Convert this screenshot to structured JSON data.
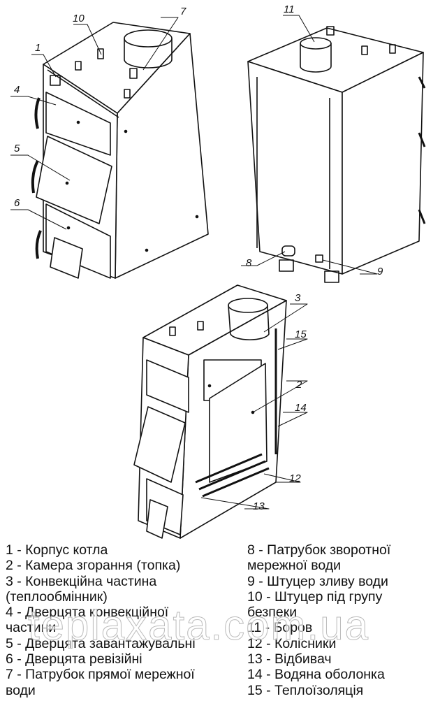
{
  "callouts": [
    "1",
    "2",
    "3",
    "4",
    "5",
    "6",
    "7",
    "8",
    "9",
    "10",
    "11",
    "12",
    "13",
    "14",
    "15"
  ],
  "legend_left": [
    "1 - Корпус котла",
    "2 - Камера згорання (топка)",
    "3 - Конвекційна частина",
    "(теплообмінник)",
    "4 - Дверцята конвекційної",
    "частини",
    "5 - Дверцята завантажувальні",
    "6 - Дверцята ревізійні",
    "7 - Патрубок прямої мережної",
    "води"
  ],
  "legend_right": [
    "8 - Патрубок зворотної",
    "мережної води",
    "9 - Штуцер зливу води",
    "10 - Штуцер під групу",
    "безпеки",
    "11 - Боров",
    "12 - Колісники",
    "13 - Відбивач",
    "14 - Водяна оболонка",
    "15 - Теплоїзоляція"
  ],
  "watermark": "teplaxata.com.ua"
}
